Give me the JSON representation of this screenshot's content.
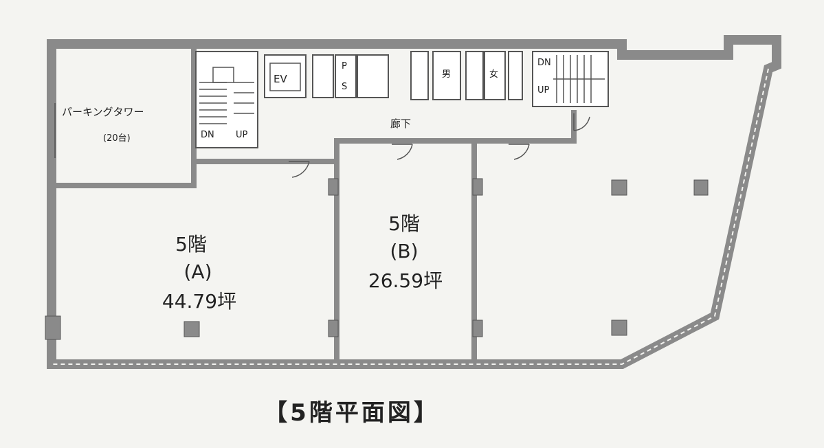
{
  "plan": {
    "title": "【5階平面図】",
    "parking": {
      "name": "パーキングタワー",
      "capacity": "(20台)"
    },
    "corridor": "廊下",
    "ev": "EV",
    "ps": [
      "P",
      "S"
    ],
    "wc_labels": [
      "男",
      "女"
    ],
    "dn": [
      "DN",
      "DN"
    ],
    "up": [
      "UP",
      "UP"
    ],
    "unit_a": {
      "floor": "5階",
      "id": "(A)",
      "area": "44.79坪"
    },
    "unit_b": {
      "floor": "5階",
      "id": "(B)",
      "area": "26.59坪"
    }
  }
}
